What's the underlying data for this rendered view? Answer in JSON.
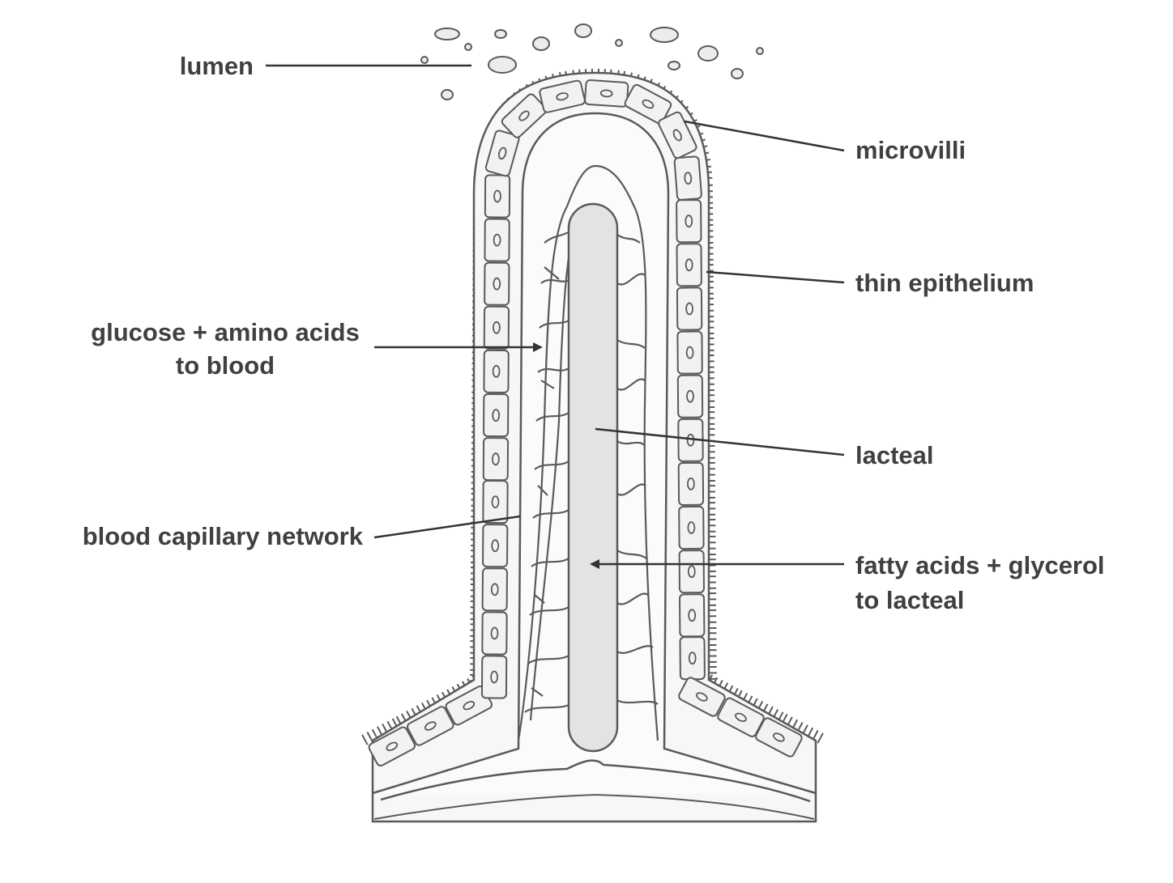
{
  "labels": {
    "lumen": "lumen",
    "microvilli": "microvilli",
    "thin_epithelium": "thin epithelium",
    "glucose_line1": "glucose + amino acids",
    "glucose_line2": "to blood",
    "lacteal": "lacteal",
    "blood_capillary": "blood capillary network",
    "fatty_line1": "fatty acids + glycerol",
    "fatty_line2": "to lacteal"
  },
  "colors": {
    "outline": "#5a5a5a",
    "label_text": "#404040",
    "lacteal_fill": "#e3e3e3",
    "tissue_fill": "#f7f7f7",
    "cell_fill": "#f2f2f2",
    "background": "#ffffff"
  }
}
